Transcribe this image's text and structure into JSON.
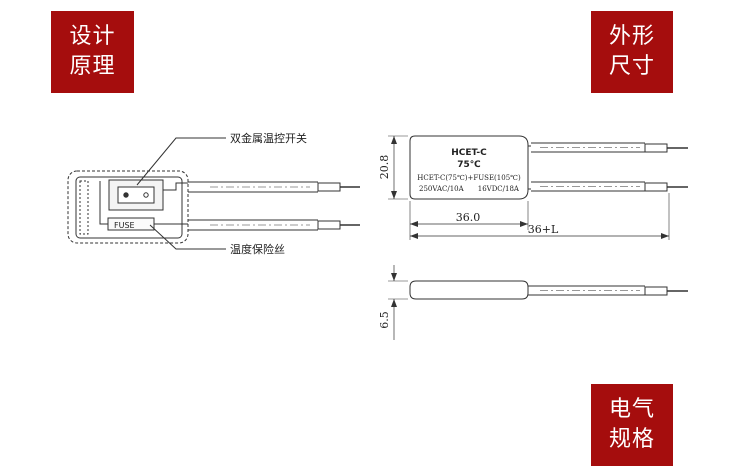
{
  "badges": {
    "design_principle": {
      "line1": "设计",
      "line2": "原理",
      "color": "#a50d0d"
    },
    "dimensions": {
      "line1": "外形",
      "line2": "尺寸",
      "color": "#a50d0d"
    },
    "electrical_specs": {
      "line1": "电气",
      "line2": "规格",
      "color": "#a50d0d"
    }
  },
  "schematic": {
    "bimetal_label": "双金属温控开关",
    "fuse_label": "温度保险丝",
    "fuse_text": "FUSE"
  },
  "component": {
    "model": "HCET-C",
    "temperature": "75℃",
    "spec_line": "HCET-C(75℃)+FUSE(105℃)",
    "rating_ac": "250VAC/10A",
    "rating_dc": "16VDC/18A"
  },
  "dimensions": {
    "height": "20.8",
    "body_length": "36.0",
    "total_length": "36+L",
    "thickness": "6.5"
  }
}
